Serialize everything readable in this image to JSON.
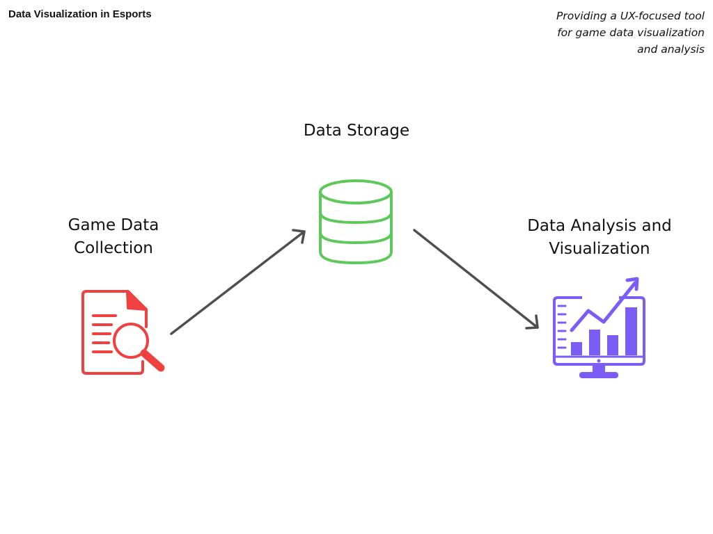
{
  "header": {
    "title": "Data Visualization in Esports",
    "subtitle_lines": [
      "Providing a UX-focused tool",
      "for game data visualization",
      "and analysis"
    ]
  },
  "nodes": {
    "collection": {
      "label_lines": [
        "Game Data",
        "Collection"
      ],
      "icon": "document-search-icon",
      "color": "#f04141"
    },
    "storage": {
      "label_lines": [
        "Data Storage"
      ],
      "icon": "database-icon",
      "color": "#5ec95a"
    },
    "analysis": {
      "label_lines": [
        "Data Analysis and",
        "Visualization"
      ],
      "icon": "chart-monitor-icon",
      "color": "#7b5cf5"
    }
  },
  "edges": [
    {
      "from": "collection",
      "to": "storage"
    },
    {
      "from": "storage",
      "to": "analysis"
    }
  ],
  "arrow_color": "#4f4f4f"
}
